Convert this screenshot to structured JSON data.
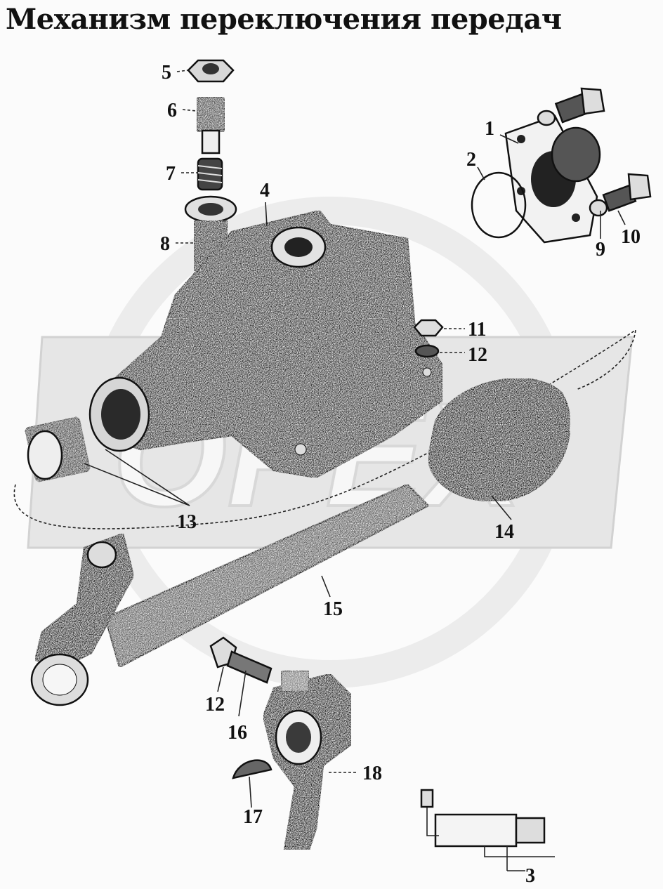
{
  "title": "Механизм переключения передач",
  "callouts": [
    {
      "id": "1",
      "text": "1"
    },
    {
      "id": "2",
      "text": "2"
    },
    {
      "id": "3",
      "text": "3"
    },
    {
      "id": "4",
      "text": "4"
    },
    {
      "id": "5",
      "text": "5"
    },
    {
      "id": "6",
      "text": "6"
    },
    {
      "id": "7",
      "text": "7"
    },
    {
      "id": "8",
      "text": "8"
    },
    {
      "id": "9",
      "text": "9"
    },
    {
      "id": "10",
      "text": "10"
    },
    {
      "id": "11",
      "text": "11"
    },
    {
      "id": "12a",
      "text": "12"
    },
    {
      "id": "12b",
      "text": "12"
    },
    {
      "id": "13",
      "text": "13"
    },
    {
      "id": "14",
      "text": "14"
    },
    {
      "id": "15",
      "text": "15"
    },
    {
      "id": "16",
      "text": "16"
    },
    {
      "id": "17",
      "text": "17"
    },
    {
      "id": "18",
      "text": "18"
    }
  ],
  "colors": {
    "ink": "#111111",
    "metal": "#3a3a3a",
    "watermark": "#e6e6e6",
    "paper": "#fbfbfb"
  }
}
